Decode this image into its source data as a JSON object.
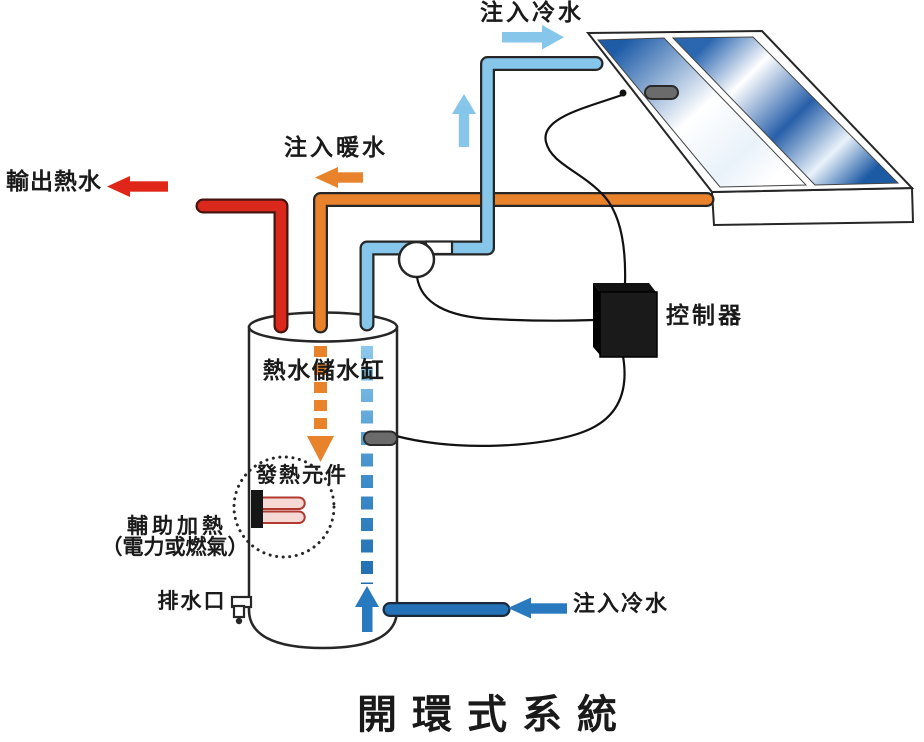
{
  "title": "開環式系統",
  "labels": {
    "inject_cold_water_top": "注入冷水",
    "inject_warm_water": "注入暖水",
    "output_hot_water": "輸出熱水",
    "hot_water_storage_tank": "熱水儲水缸",
    "controller": "控制器",
    "heating_element": "發熱元件",
    "auxiliary_heating_line1": "輔助加熱",
    "auxiliary_heating_line2": "（電力或燃氣）",
    "drain_outlet": "排水口",
    "inject_cold_water_bottom": "注入冷水"
  },
  "colors": {
    "cold_pipe_light_blue": "#85c6ea",
    "cold_pipe_dark_blue": "#2473b8",
    "cold_arrow_blue": "#2979be",
    "warm_pipe_orange": "#e8822b",
    "hot_pipe_red": "#da291c",
    "hot_arrow_red": "#e02619",
    "panel_dark_blue": "#1e5ca8",
    "controller_black": "#1a1a1a",
    "sensor_gray": "#6b6b6b",
    "heating_coil_red": "#b03a30",
    "outline": "#262626"
  }
}
